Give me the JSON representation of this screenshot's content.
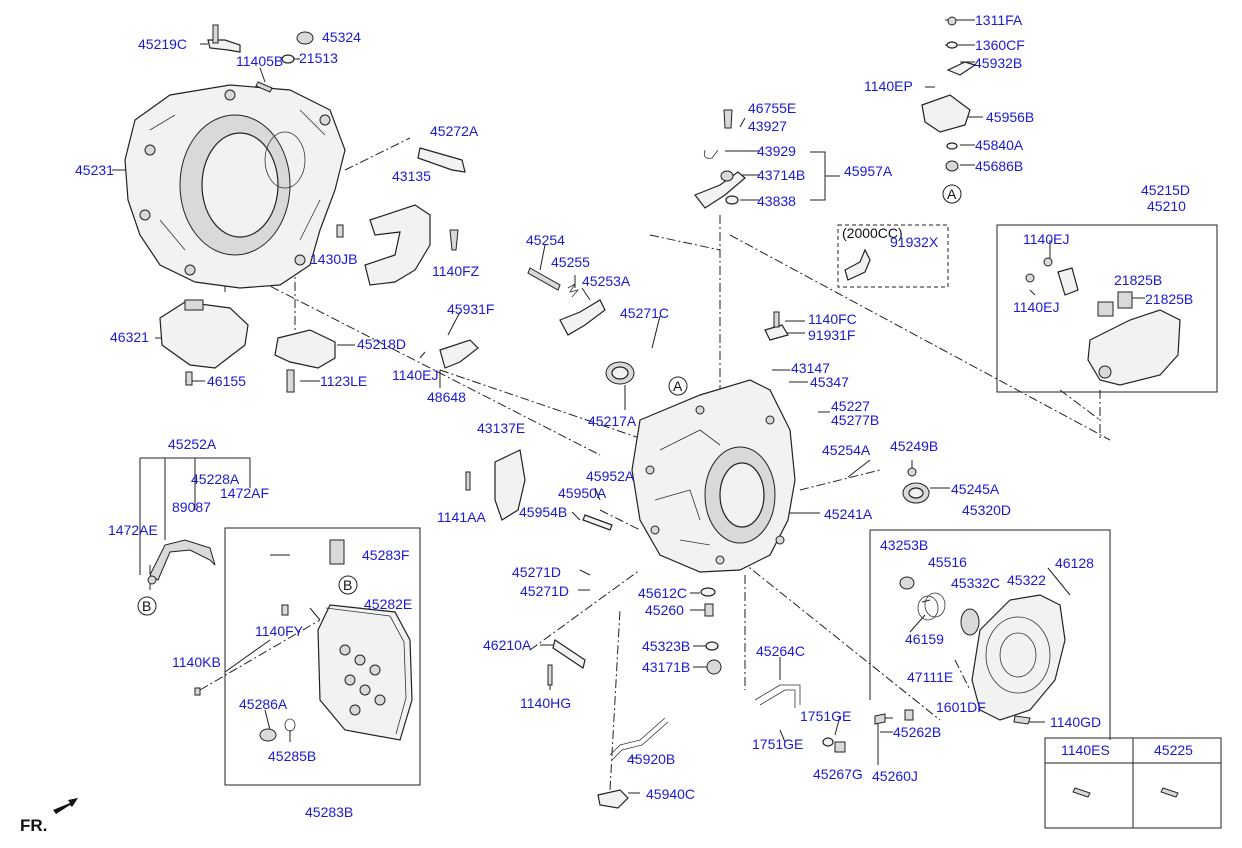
{
  "labels": {
    "p45219C": "45219C",
    "p45324": "45324",
    "p11405B": "11405B",
    "p21513": "21513",
    "p45231": "45231",
    "p45272A": "45272A",
    "p43135": "43135",
    "p1430JB": "1430JB",
    "p1140FZ": "1140FZ",
    "p46321": "46321",
    "p46155": "46155",
    "p45218D": "45218D",
    "p1123LE": "1123LE",
    "p45931F": "45931F",
    "p1140EJ_a": "1140EJ",
    "p48648": "48648",
    "p45254": "45254",
    "p45255": "45255",
    "p45253A": "45253A",
    "p45271C": "45271C",
    "p45217A": "45217A",
    "pA1": "A",
    "p43137E": "43137E",
    "p1141AA": "1141AA",
    "p45252A": "45252A",
    "p45228A": "45228A",
    "p89087": "89087",
    "p1472AF": "1472AF",
    "p1472AE": "1472AE",
    "pB1": "B",
    "p45283F": "45283F",
    "pB2": "B",
    "p45282E": "45282E",
    "p1140FY": "1140FY",
    "p1140KB": "1140KB",
    "p45286A": "45286A",
    "p45285B": "45285B",
    "p45283B": "45283B",
    "pFR": "FR.",
    "p46755E": "46755E",
    "p43927": "43927",
    "p43929": "43929",
    "p43714B": "43714B",
    "p43838": "43838",
    "p45957A": "45957A",
    "p1311FA": "1311FA",
    "p1360CF": "1360CF",
    "p45932B": "45932B",
    "p1140EP": "1140EP",
    "p45956B": "45956B",
    "p45840A": "45840A",
    "p45686B": "45686B",
    "pA2": "A",
    "p2000CC": "(2000CC)",
    "p91932X": "91932X",
    "p1140FC": "1140FC",
    "p91931F": "91931F",
    "p43147": "43147",
    "p45347": "45347",
    "p45227": "45227",
    "p45277B": "45277B",
    "p45215D": "45215D",
    "p45210": "45210",
    "p1140EJ_b": "1140EJ",
    "p1140EJ_c": "1140EJ",
    "p21825B_a": "21825B",
    "p21825B_b": "21825B",
    "p45254A": "45254A",
    "p45249B": "45249B",
    "p45245A": "45245A",
    "p45241A": "45241A",
    "p45952A": "45952A",
    "p45950A": "45950A",
    "p45954B": "45954B",
    "p45271D_a": "45271D",
    "p45271D_b": "45271D",
    "p45612C": "45612C",
    "p45260": "45260",
    "p46210A": "46210A",
    "p45323B": "45323B",
    "p43171B": "43171B",
    "p1140HG": "1140HG",
    "p45264C": "45264C",
    "p1751GE_a": "1751GE",
    "p1751GE_b": "1751GE",
    "p45920B": "45920B",
    "p45940C": "45940C",
    "p45267G": "45267G",
    "p45260J": "45260J",
    "p45262B": "45262B",
    "p45320D": "45320D",
    "p43253B": "43253B",
    "p45516": "45516",
    "p45332C": "45332C",
    "p45322": "45322",
    "p46128": "46128",
    "p46159": "46159",
    "p47111E": "47111E",
    "p1601DF": "1601DF",
    "p1140GD": "1140GD"
  },
  "table": {
    "col1": "1140ES",
    "col2": "45225"
  }
}
